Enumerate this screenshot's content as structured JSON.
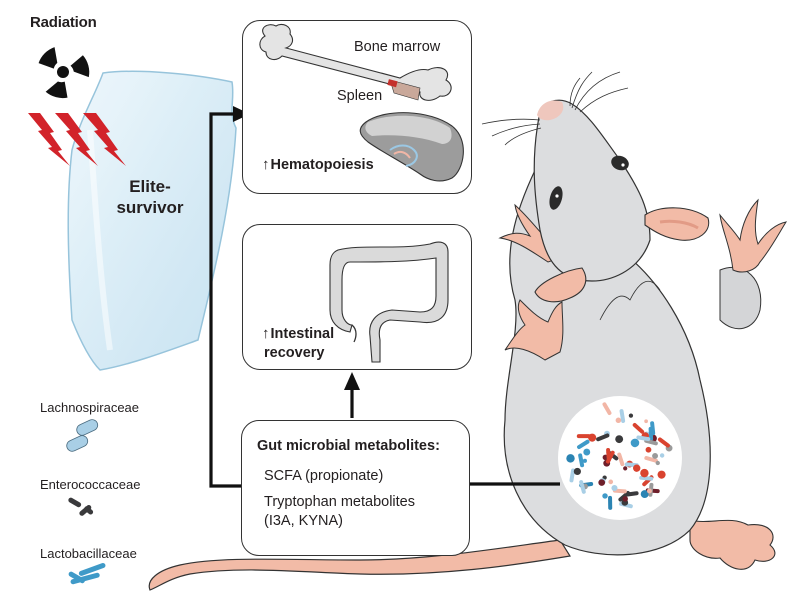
{
  "figure": {
    "radiation_label": "Radiation",
    "elite_label_line1": "Elite-",
    "elite_label_line2": "survivor",
    "hematopoiesis_box": {
      "organ_labels": [
        "Bone marrow",
        "Spleen"
      ],
      "effect_arrow": "↑",
      "effect_label": "Hematopoiesis"
    },
    "intestinal_box": {
      "effect_arrow": "↑",
      "effect_line1": "Intestinal",
      "effect_line2": "recovery"
    },
    "metabolites_box": {
      "title": "Gut microbial metabolites:",
      "items": [
        "SCFA (propionate)",
        "Tryptophan metabolites",
        "(I3A, KYNA)"
      ]
    },
    "bacteria_legend": [
      {
        "label": "Lachnospiraceae",
        "color": "#a9cfe6"
      },
      {
        "label": "Enterococcaceae",
        "color": "#3a3a3c"
      },
      {
        "label": "Lactobacillaceae",
        "color": "#3f9ac8"
      }
    ]
  },
  "colors": {
    "arrow": "#111111",
    "shield_fill": "#dbeef8",
    "shield_stroke": "#8fbfd9",
    "lightning": "#d2232a",
    "mouse_fur": "#dcdddf",
    "mouse_skin": "#f2b9a4",
    "microbiome_bg": "#ffffff"
  }
}
